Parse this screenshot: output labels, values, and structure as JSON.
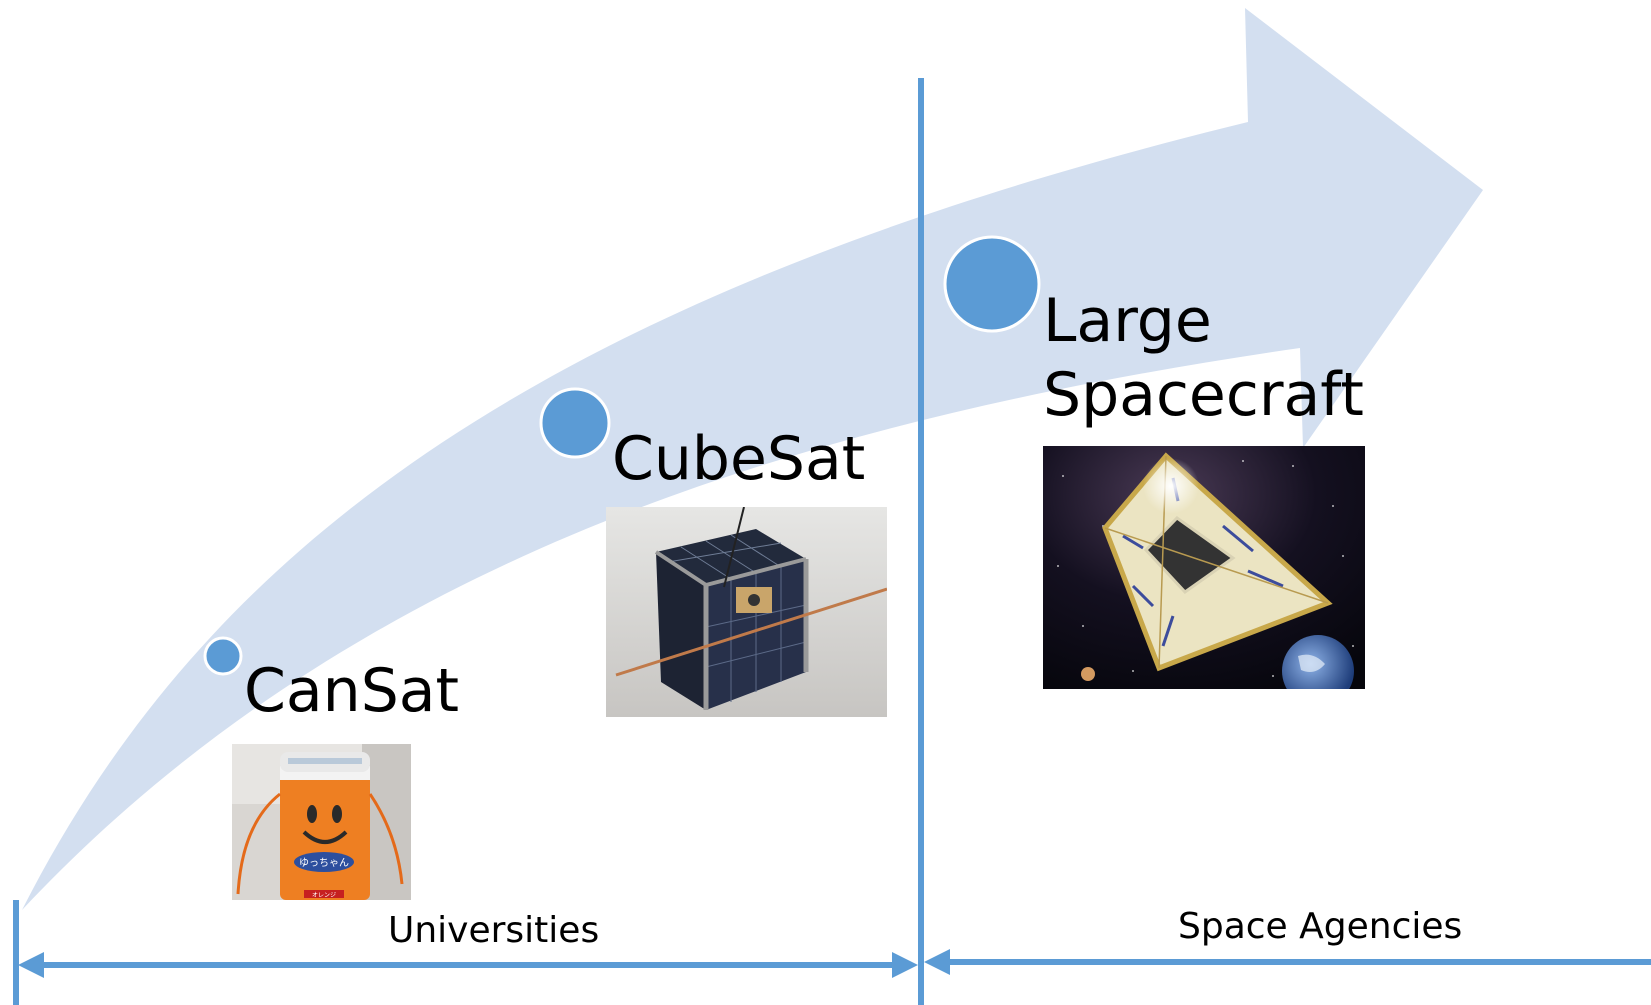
{
  "stages": {
    "cansat": {
      "label": "CanSat",
      "can_text": "ゆっちゃん",
      "can_subtext": "オレンジ"
    },
    "cubesat": {
      "label": "CubeSat"
    },
    "large": {
      "label_line1": "Large",
      "label_line2": "Spacecraft"
    }
  },
  "regions": {
    "left": "Universities",
    "right": "Space Agencies"
  },
  "colors": {
    "arrow_fill": "#d3dff0",
    "marker": "#5b9bd5",
    "axis_line": "#5b9bd5"
  },
  "icons": {
    "cansat_photo": "cansat-photo",
    "cubesat_photo": "cubesat-photo",
    "solar_sail_photo": "solar-sail-photo"
  }
}
